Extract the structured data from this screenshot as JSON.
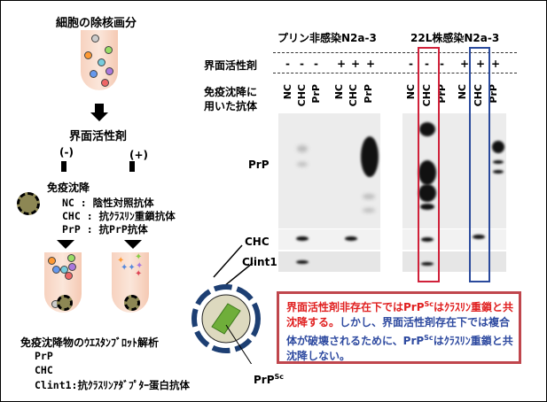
{
  "left": {
    "title": "細胞の除核画分",
    "detergent": "界面活性剤",
    "minus": "(-)",
    "plus": "(+)",
    "ip_title": "免疫沈降",
    "ip_items": [
      "NC : 陰性対照抗体",
      "CHC : 抗ｸﾗｽﾘﾝ重鎖抗体",
      "PrP : 抗PrP抗体"
    ],
    "wb_title": "免疫沈降物のｳｴｽﾀﾝﾌﾞﾛｯﾄ解析",
    "wb_items": [
      "PrP",
      "CHC",
      "Clint1:抗ｸﾗｽﾘﾝｱﾀﾞﾌﾟﾀｰ蛋白抗体"
    ]
  },
  "blot": {
    "group1": "プリン非感染N2a-3",
    "group2": "22L株感染N2a-3",
    "detergent_label": "界面活性剤",
    "signs": [
      "-",
      "-",
      "-",
      "+",
      "+",
      "+",
      "-",
      "-",
      "-",
      "+",
      "+",
      "+"
    ],
    "antibody_label": [
      "免疫沈降に",
      "用いた抗体"
    ],
    "lanes": [
      "NC",
      "CHC",
      "PrP",
      "NC",
      "CHC",
      "PrP",
      "NC",
      "CHC",
      "PrP",
      "NC",
      "CHC",
      "PrP"
    ],
    "row_prp": "PrP",
    "row_chc": "CHC",
    "row_clint1": "Clint1",
    "highlight_red": "#d0213a",
    "highlight_blue": "#2a4a9c"
  },
  "model": {
    "label": "PrP",
    "label_sup": "Sc"
  },
  "note": {
    "red_part": [
      "界面活性剤非存在下ではPrP",
      "Sc",
      "はｸﾗｽﾘﾝ",
      "重鎖と共沈降する。"
    ],
    "blue_part": [
      "しかし、界面活性",
      "剤存在下では複合体が破壊されるため",
      "に、PrP",
      "Sc",
      "はｸﾗｽﾘﾝ重鎖と共沈降しない。"
    ]
  }
}
